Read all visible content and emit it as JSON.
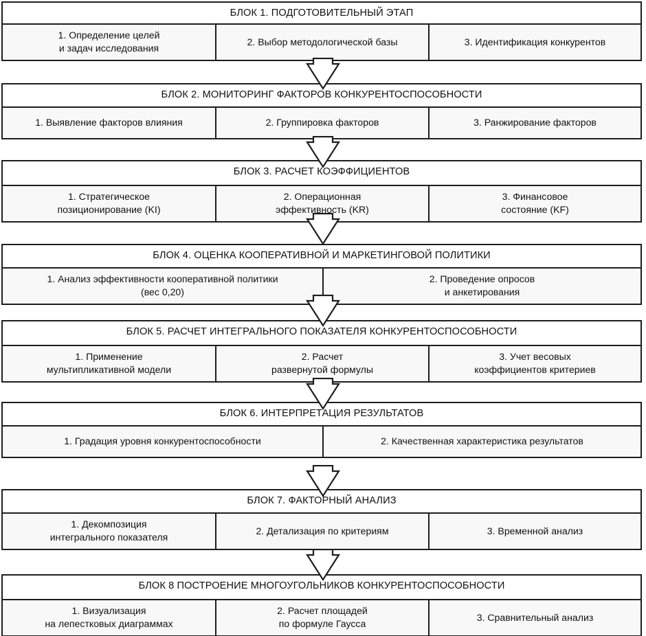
{
  "diagram": {
    "language": "ru",
    "orientation": "top-to-bottom",
    "connector": "down-arrow",
    "blocks": [
      {
        "id": "block-1",
        "title": "БЛОК 1. ПОДГОТОВИТЕЛЬНЫЙ ЭТАП",
        "columns": 3,
        "items": [
          {
            "lines": [
              "1. Определение целей",
              "и задач исследования"
            ]
          },
          {
            "lines": [
              "2. Выбор методологической базы"
            ]
          },
          {
            "lines": [
              "3. Идентификация конкурентов"
            ]
          }
        ]
      },
      {
        "id": "block-2",
        "title": "БЛОК 2. МОНИТОРИНГ ФАКТОРОВ КОНКУРЕНТОСПОСОБНОСТИ",
        "columns": 3,
        "items": [
          {
            "lines": [
              "1. Выявление факторов влияния"
            ]
          },
          {
            "lines": [
              "2. Группировка факторов"
            ]
          },
          {
            "lines": [
              "3. Ранжирование факторов"
            ]
          }
        ]
      },
      {
        "id": "block-3",
        "title": "БЛОК 3. РАСЧЕТ КОЭФФИЦИЕНТОВ",
        "columns": 3,
        "items": [
          {
            "lines": [
              "1. Стратегическое",
              "позиционирование (KI)"
            ]
          },
          {
            "lines": [
              "2. Операционная",
              "эффективность (KR)"
            ]
          },
          {
            "lines": [
              "3. Финансовое",
              "состояние (KF)"
            ]
          }
        ]
      },
      {
        "id": "block-4",
        "title": "БЛОК 4. ОЦЕНКА КООПЕРАТИВНОЙ И МАРКЕТИНГОВОЙ ПОЛИТИКИ",
        "columns": 2,
        "items": [
          {
            "lines": [
              "1. Анализ эффективности кооперативной политики",
              "(вес 0,20)"
            ]
          },
          {
            "lines": [
              "2. Проведение опросов",
              "и анкетирования"
            ]
          }
        ]
      },
      {
        "id": "block-5",
        "title": "БЛОК 5. РАСЧЕТ ИНТЕГРАЛЬНОГО ПОКАЗАТЕЛЯ КОНКУРЕНТОСПОСОБНОСТИ",
        "columns": 3,
        "items": [
          {
            "lines": [
              "1. Применение",
              "мультипликативной модели"
            ]
          },
          {
            "lines": [
              "2. Расчет",
              "развернутой формулы"
            ]
          },
          {
            "lines": [
              "3. Учет весовых",
              "коэффициентов критериев"
            ]
          }
        ]
      },
      {
        "id": "block-6",
        "title": "БЛОК 6. ИНТЕРПРЕТАЦИЯ РЕЗУЛЬТАТОВ",
        "columns": 2,
        "items": [
          {
            "lines": [
              "1. Градация уровня конкурентоспособности"
            ]
          },
          {
            "lines": [
              "2. Качественная характеристика результатов"
            ]
          }
        ]
      },
      {
        "id": "block-7",
        "title": "БЛОК 7. ФАКТОРНЫЙ АНАЛИЗ",
        "columns": 3,
        "items": [
          {
            "lines": [
              "1. Декомпозиция",
              "интегрального показателя"
            ]
          },
          {
            "lines": [
              "2. Детализация по критериям"
            ]
          },
          {
            "lines": [
              "3. Временной анализ"
            ]
          }
        ]
      },
      {
        "id": "block-8",
        "title": "БЛОК 8 ПОСТРОЕНИЕ МНОГОУГОЛЬНИКОВ КОНКУРЕНТОСПОСОБНОСТИ",
        "columns": 3,
        "items": [
          {
            "lines": [
              "1. Визуализация",
              "на лепестковых диаграммах"
            ]
          },
          {
            "lines": [
              "2. Расчет площадей",
              "по формуле Гаусса"
            ]
          },
          {
            "lines": [
              "3. Сравнительный анализ"
            ]
          }
        ]
      }
    ]
  },
  "style": {
    "border_color": "#1d1d1d",
    "title_background": "#ffffff",
    "cell_background": "#f8f8f8",
    "page_background": "#ffffff",
    "text_color": "#111111"
  },
  "layout": {
    "block_tops": [
      2,
      121,
      233,
      355,
      466,
      585,
      712,
      836
    ],
    "title_heights": [
      32,
      34,
      36,
      34,
      36,
      34,
      34,
      36
    ],
    "arrow_tops": [
      84,
      198,
      310,
      429,
      550,
      677,
      799
    ]
  }
}
